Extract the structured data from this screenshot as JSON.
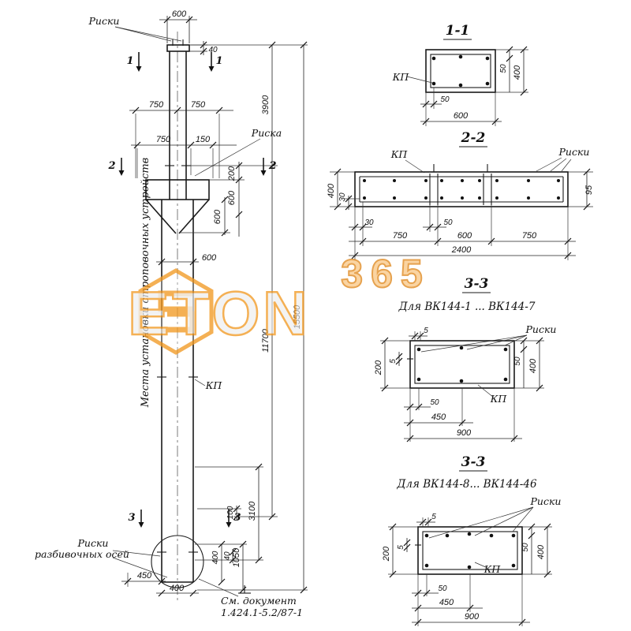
{
  "watermark": {
    "brand": "ETON",
    "number": "365",
    "color": "#f29a25"
  },
  "main": {
    "riski_top": "Риски",
    "riska": "Риска",
    "kp": "КП",
    "vertical_note": "Места установки строповочных устройств",
    "riski_axes_1": "Риски",
    "riski_axes_2": "разбивочных осей",
    "doc_1": "См. документ",
    "doc_2": "1.424.1-5.2/87-1",
    "marker1": "1",
    "marker2": "2",
    "marker3": "3",
    "dim_600_top": "600",
    "dim_40_top": "40",
    "dim_750_a": "750",
    "dim_750_b": "750",
    "dim_750_c": "750",
    "dim_150": "150",
    "dim_200": "200",
    "dim_600_corbel": "600",
    "dim_600_lower": "600",
    "dim_600_shaft": "600",
    "dim_3900": "3900",
    "dim_15500": "15500",
    "dim_11700": "11700",
    "dim_3100": "3100",
    "dim_100": "100",
    "dim_1050": "1050",
    "dim_400": "400",
    "dim_40_bottom": "40",
    "dim_450": "450",
    "dim_400_bottom": "400"
  },
  "s11": {
    "title": "1-1",
    "kp": "КП",
    "dim_50_side": "50",
    "dim_400": "400",
    "dim_50_bottom": "50",
    "dim_600": "600"
  },
  "s22": {
    "title": "2-2",
    "kp": "КП",
    "riski": "Риски",
    "dim_400": "400",
    "dim_30_side": "30",
    "dim_95": "95",
    "dim_30_bottom": "30",
    "dim_50": "50",
    "dim_750_a": "750",
    "dim_600": "600",
    "dim_750_b": "750",
    "dim_2400": "2400"
  },
  "s33a": {
    "title": "3-3",
    "subtitle": "Для ВК144-1 ... ВК144-7",
    "riski": "Риски",
    "kp": "КП",
    "dim_5_top": "5",
    "dim_5_side": "5",
    "dim_200": "200",
    "dim_50_side": "50",
    "dim_400": "400",
    "dim_50_bottom": "50",
    "dim_450": "450",
    "dim_900": "900"
  },
  "s33b": {
    "title": "3-3",
    "subtitle": "Для ВК144-8... ВК144-46",
    "riski": "Риски",
    "kp": "КП",
    "dim_5_top": "5",
    "dim_5_side": "5",
    "dim_200": "200",
    "dim_50_side": "50",
    "dim_400": "400",
    "dim_50_bottom": "50",
    "dim_450": "450",
    "dim_900": "900"
  }
}
